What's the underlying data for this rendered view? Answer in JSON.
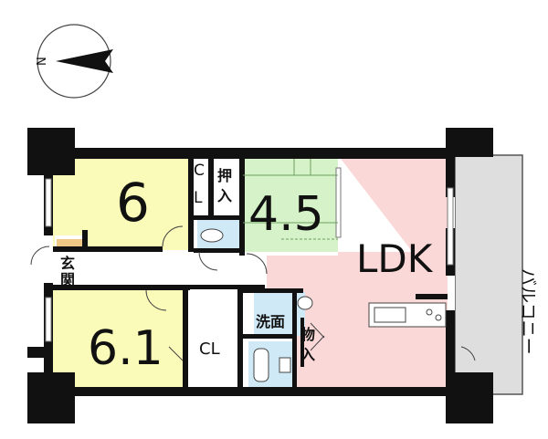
{
  "compass": {
    "north_label": "N",
    "icon": "north-arrow-icon"
  },
  "rooms": {
    "western_1": "6",
    "western_2": "6.1",
    "japanese": "4.5",
    "ldk": "LDK",
    "balcony": "バルコニー",
    "closet_1_top": "C",
    "closet_1_bottom": "L",
    "closet_2": "CL",
    "oshiire_1": "押",
    "oshiire_2": "入",
    "genkan_1": "玄",
    "genkan_2": "関",
    "senmen": "洗面",
    "monoire_1": "物",
    "monoire_2": "入"
  },
  "colors": {
    "western": "#fafbb8",
    "japanese": "#d6f2c8",
    "ldk": "#fbd8d8",
    "wet": "#cfeaf6",
    "balcony": "#dedede",
    "wall": "#111111",
    "floor": "#ffffff"
  }
}
